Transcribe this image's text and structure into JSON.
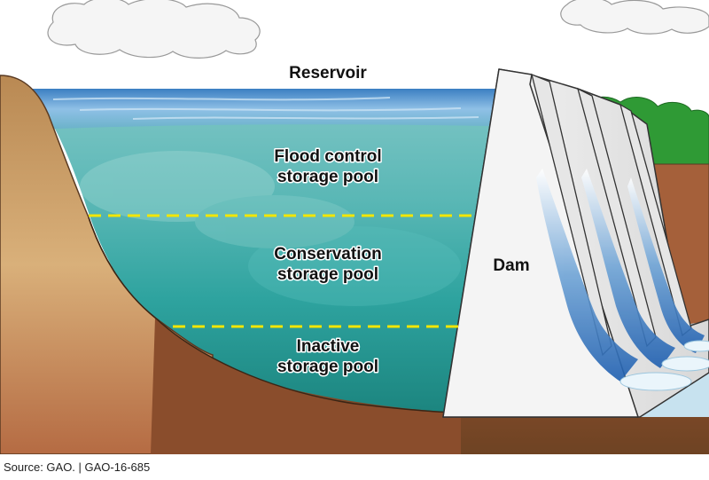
{
  "labels": {
    "reservoir": "Reservoir",
    "flood_control_line1": "Flood control",
    "flood_control_line2": "storage pool",
    "conservation_line1": "Conservation",
    "conservation_line2": "storage pool",
    "inactive_line1": "Inactive",
    "inactive_line2": "storage pool",
    "dam": "Dam"
  },
  "source": {
    "text": "Source: GAO.  |  GAO-16-685"
  },
  "colors": {
    "sky": "#ffffff",
    "water_surface": "#6fa8d8",
    "flood_pool": "#5fbfbf",
    "conservation_pool": "#2aa3a3",
    "inactive_pool": "#1e8a85",
    "pool_divider": "#f2e600",
    "ground": "#7a4a2a",
    "hill": "#c99a62",
    "dam": "#f2f2f2",
    "trees": "#2d9a2d"
  }
}
